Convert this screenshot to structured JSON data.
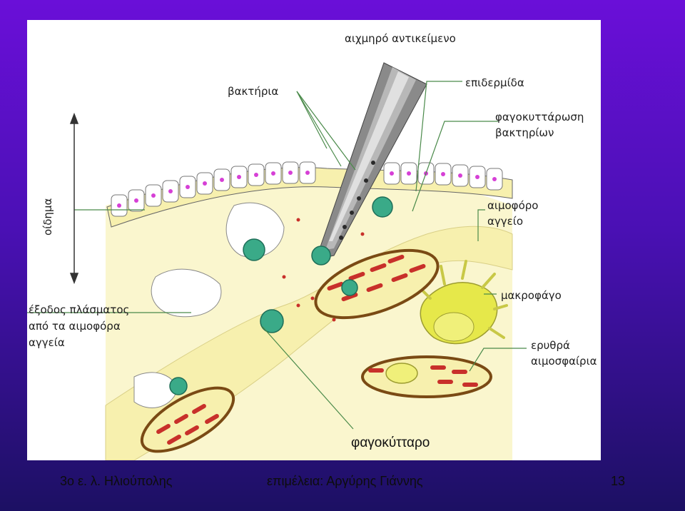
{
  "diagram": {
    "labels": {
      "sharp_object": "αιχμηρό αντικείμενο",
      "bacteria": "βακτήρια",
      "epidermis": "επιδερμίδα",
      "phagocytosis": "φαγοκυττάρωση",
      "of_bacteria": "βακτηρίων",
      "edema": "οίδημα",
      "blood_vessel_1": "αιμοφόρο",
      "blood_vessel_2": "αγγείο",
      "macrophage": "μακροφάγο",
      "plasma_exit_1": "έξοδος πλάσματος",
      "plasma_exit_2": "από τα αιμοφόρα",
      "plasma_exit_3": "αγγεία",
      "red_blood_1": "ερυθρά",
      "red_blood_2": "αιμοσφαίρια",
      "phagocyte": "φαγοκύτταρο"
    },
    "colors": {
      "tissue_yellow": "#f7f0ae",
      "vessel_brown": "#7a4a14",
      "rbc_red": "#c8302a",
      "phagocyte_green": "#3aaa88",
      "macrophage_yellow": "#e6e84a"
    }
  },
  "footer": {
    "left": "3ο ε. λ. Ηλιούπολης",
    "center": "επιμέλεια: Αργύρης Γιάννης",
    "page": "13"
  }
}
